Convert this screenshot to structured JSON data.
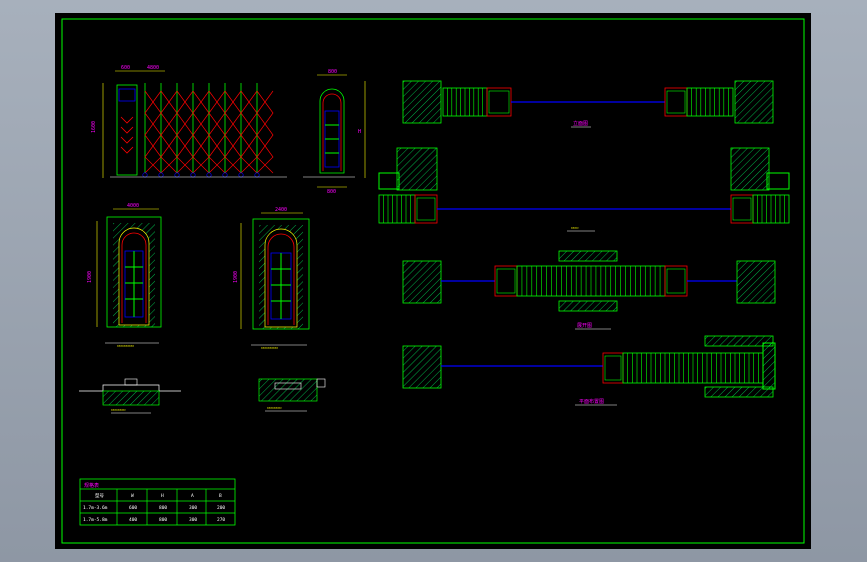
{
  "colors": {
    "frame": "#00ff00",
    "dim": "#ffff00",
    "text": "#ff00ff",
    "track": "#0000ff",
    "gate": "#00ff00",
    "accent": "#ff0000",
    "hatch": "#00ff66"
  },
  "dimensions": {
    "elev_width_a": "600",
    "elev_width_b": "4800",
    "elev_height": "1600",
    "door_width": "800",
    "door_height": "H",
    "door_foot": "800",
    "section_a_width": "4000",
    "section_a_height": "1900",
    "section_b_width": "2400",
    "section_b_height": "1900"
  },
  "captions": {
    "plan_1": "立面图",
    "plan_3": "展开图",
    "plan_4": "平面布置图"
  },
  "table": {
    "title": "规格表",
    "headers": [
      "型号",
      "W",
      "H",
      "A",
      "B"
    ],
    "rows": [
      [
        "1.7m-3.6m",
        "600",
        "800",
        "300",
        "200"
      ],
      [
        "1.7m-5.8m",
        "400",
        "800",
        "300",
        "270"
      ]
    ]
  }
}
